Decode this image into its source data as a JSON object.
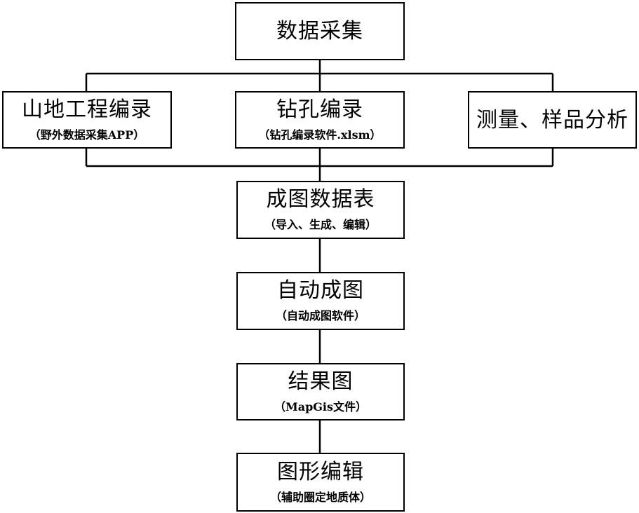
{
  "nodes": {
    "data_collection": {
      "title": "数据采集"
    },
    "mountain_logging": {
      "title": "山地工程编录",
      "subtitle": "（野外数据采集APP）"
    },
    "drill_logging": {
      "title": "钻孔编录",
      "subtitle": "（钻孔编录软件.xlsm）"
    },
    "survey_analysis": {
      "title": "测量、样品分析"
    },
    "map_data_table": {
      "title": "成图数据表",
      "subtitle": "（导入、生成、编辑）"
    },
    "auto_mapping": {
      "title": "自动成图",
      "subtitle": "（自动成图软件）"
    },
    "result_map": {
      "title": "结果图",
      "subtitle": "（MapGis文件）"
    },
    "graphic_edit": {
      "title": "图形编辑",
      "subtitle": "（辅助圈定地质体）"
    }
  },
  "edges": [
    {
      "from": "数据采集",
      "to": "山地工程编录"
    },
    {
      "from": "数据采集",
      "to": "钻孔编录"
    },
    {
      "from": "数据采集",
      "to": "测量、样品分析"
    },
    {
      "from": "山地工程编录",
      "to": "成图数据表"
    },
    {
      "from": "钻孔编录",
      "to": "成图数据表"
    },
    {
      "from": "测量、样品分析",
      "to": "成图数据表"
    },
    {
      "from": "成图数据表",
      "to": "自动成图"
    },
    {
      "from": "自动成图",
      "to": "结果图"
    },
    {
      "from": "结果图",
      "to": "图形编辑"
    }
  ],
  "colors": {
    "line": "#000000",
    "background": "#ffffff"
  }
}
